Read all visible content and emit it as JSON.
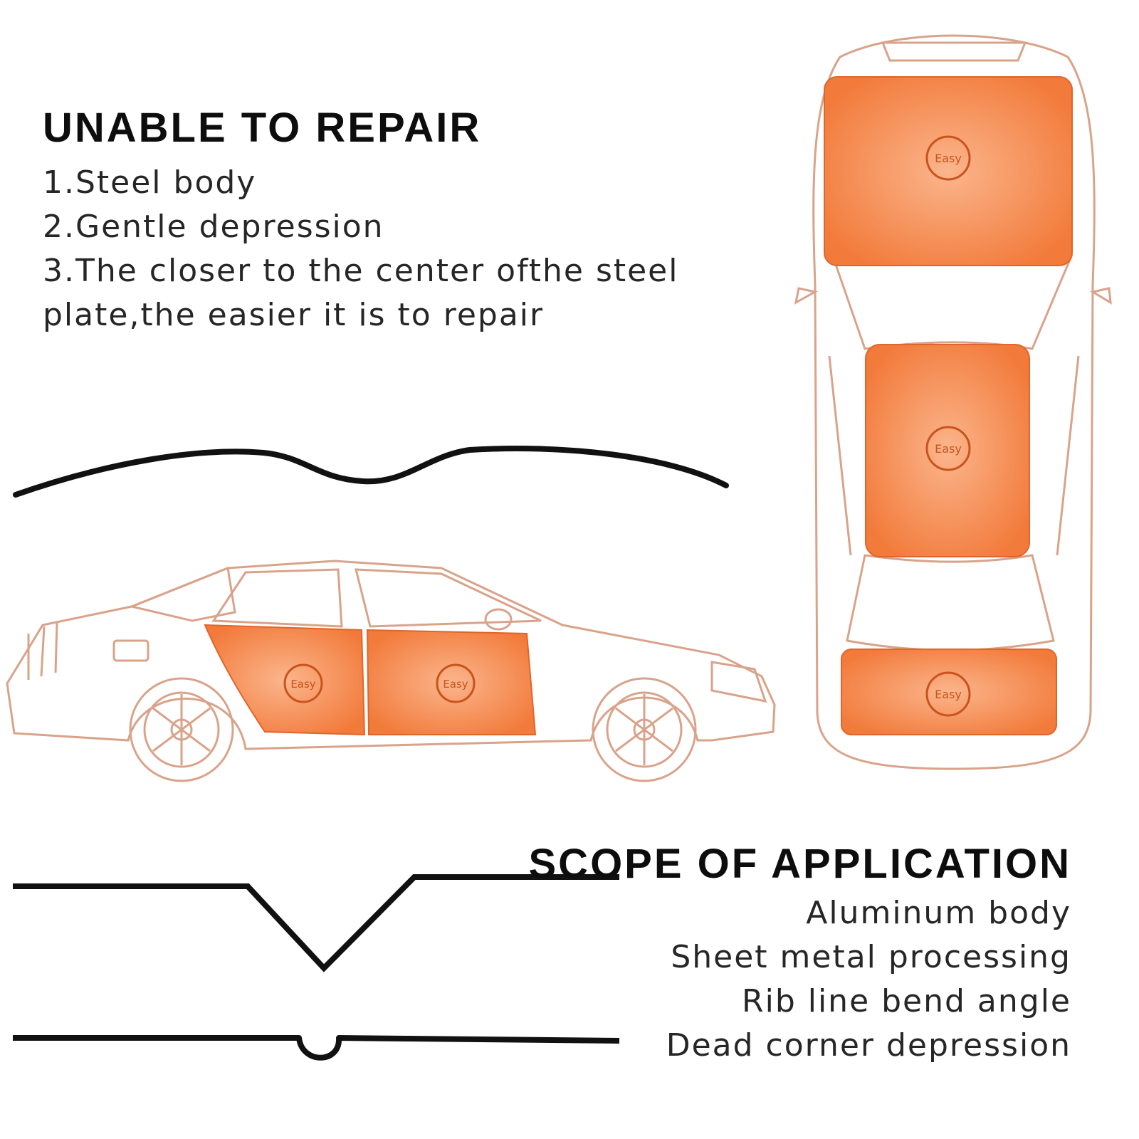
{
  "unable": {
    "title": "UNABLE TO REPAIR",
    "items": [
      "1.Steel body",
      "2.Gentle depression",
      "3.The closer to the center ofthe steel plate,the easier it is to repair"
    ]
  },
  "scope": {
    "title": "SCOPE OF APPLICATION",
    "items": [
      "Aluminum body",
      "Sheet metal processing",
      "Rib line bend angle",
      "Dead corner depression"
    ]
  },
  "badge_label": "Easy",
  "colors": {
    "panel_orange": "#f27a3a",
    "panel_light": "#fbb58c",
    "outline": "#d9a38a",
    "profile_line": "#111111"
  }
}
